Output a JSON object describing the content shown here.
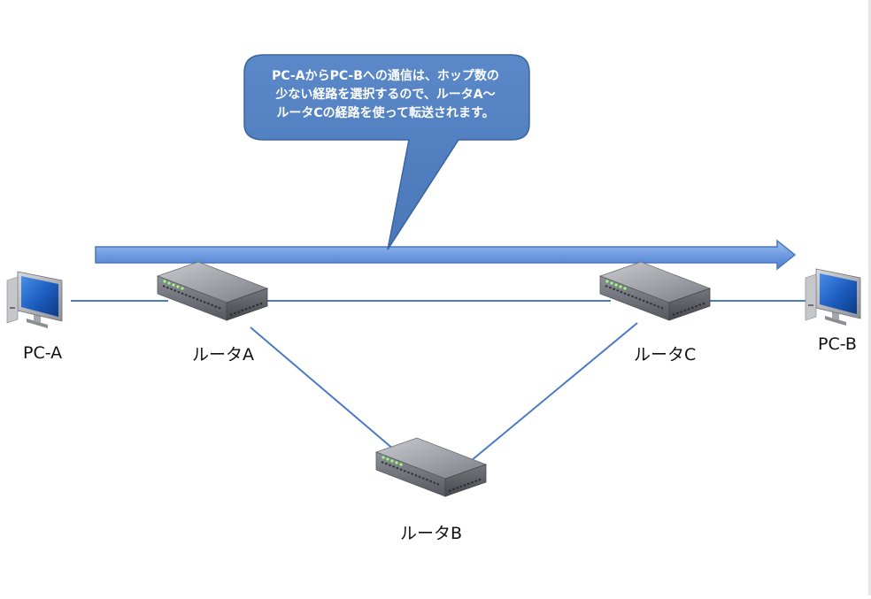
{
  "callout": {
    "lines": [
      "PC-AからPC-Bへの通信は、ホップ数の",
      "少ない経路を選択するので、ルータA〜",
      "ルータCの経路を使って転送されます。"
    ]
  },
  "nodes": {
    "pc_a": "PC-A",
    "pc_b": "PC-B",
    "router_a": "ルータA",
    "router_b": "ルータB",
    "router_c": "ルータC"
  },
  "colors": {
    "callout_fill": "#4f7fbe",
    "callout_stroke": "#3a64a0",
    "arrow_fill": "#6f9be0",
    "link_line": "#4a7bc4"
  },
  "icons": {
    "pc": "monitor-icon",
    "router": "router-icon"
  }
}
